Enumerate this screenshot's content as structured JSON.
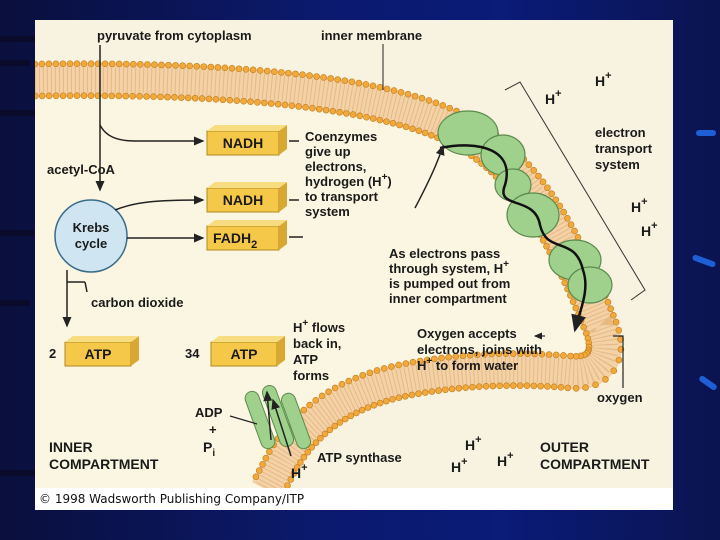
{
  "figure": {
    "top_labels": {
      "pyruvate": "pyruvate from cytoplasm",
      "inner_membrane": "inner membrane"
    },
    "molecules": {
      "acetyl_coa": "acetyl-CoA",
      "krebs": [
        "Krebs",
        "cycle"
      ],
      "carbon_dioxide": "carbon dioxide",
      "adp": "ADP",
      "plus": "+",
      "pi": "P",
      "pi_sub": "i",
      "oxygen": "oxygen"
    },
    "boxes": {
      "nadh1": "NADH",
      "nadh2": "NADH",
      "fadh": "FADH",
      "fadh_sub": "2",
      "atp1": "ATP",
      "atp2": "ATP"
    },
    "counts": {
      "atp1": "2",
      "atp2": "34"
    },
    "notes": {
      "coenzymes": [
        "Coenzymes",
        "give up",
        "electrons,",
        "hydrogen (H",
        "to transport",
        "system"
      ],
      "coenzymes_tail": ")",
      "electron_transport": [
        "electron",
        "transport",
        "system"
      ],
      "pumped": [
        "As electrons pass",
        "through system, H",
        "is pumped out from",
        "inner compartment"
      ],
      "h_flows": [
        "H",
        "flows",
        "back in,",
        "ATP",
        "forms"
      ],
      "oxygen_accepts": [
        "Oxygen accepts",
        "electrons, joins with",
        "H",
        "to form water"
      ],
      "atp_synthase": "ATP synthase"
    },
    "ions": {
      "h": "H",
      "plus": "+"
    },
    "compartments": {
      "inner": [
        "INNER",
        "COMPARTMENT"
      ],
      "outer": [
        "OUTER",
        "COMPARTMENT"
      ]
    },
    "credit": "© 1998 Wadsworth Publishing Company/ITP"
  },
  "colors": {
    "box": "#f5c84a",
    "krebs": "#cfe6f2",
    "protein": "#9fd18c",
    "lipid_head": "#f0a93a",
    "band": "#f3d2a8",
    "background": "#0b1a6e"
  }
}
